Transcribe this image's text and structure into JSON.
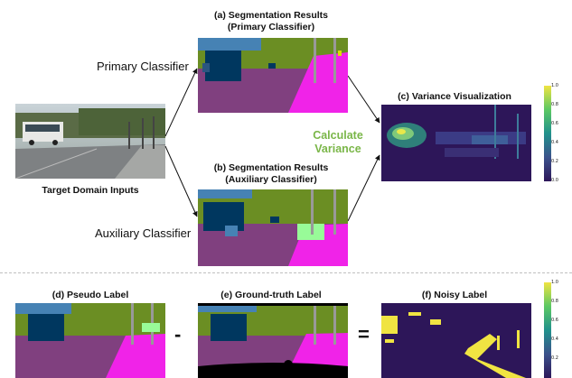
{
  "top": {
    "input_caption": "Target Domain Inputs",
    "primary_label": "Primary Classifier",
    "auxiliary_label": "Auxiliary Classifier",
    "seg_primary_caption": [
      "(a) Segmentation Results",
      "(Primary Classifier)"
    ],
    "seg_auxiliary_caption": [
      "(b) Segmentation Results",
      "(Auxiliary Classifier)"
    ],
    "calc_label": [
      "Calculate",
      "Variance"
    ],
    "variance_caption": "(c) Variance Visualization",
    "colorbar_ticks": [
      "1.0",
      "0.8",
      "0.6",
      "0.4",
      "0.2",
      "0.0"
    ]
  },
  "bottom": {
    "pseudo_caption": "(d) Pseudo Label",
    "gt_caption": "(e) Ground-truth Label",
    "noisy_caption": "(f) Noisy Label",
    "minus_sign": "-",
    "equals_sign": "=",
    "colorbar_ticks": [
      "1.0",
      "0.8",
      "0.6",
      "0.4",
      "0.2"
    ]
  },
  "colors": {
    "sky": "#4682b4",
    "vegetation": "#6b8e23",
    "road": "#80407f",
    "sidewalk": "#f023e8",
    "vehicle": "#00375f",
    "terrain": "#98fb98",
    "variance_low": "#2d1659",
    "variance_high": "#f0e442",
    "divider": "#bfbfbf"
  }
}
